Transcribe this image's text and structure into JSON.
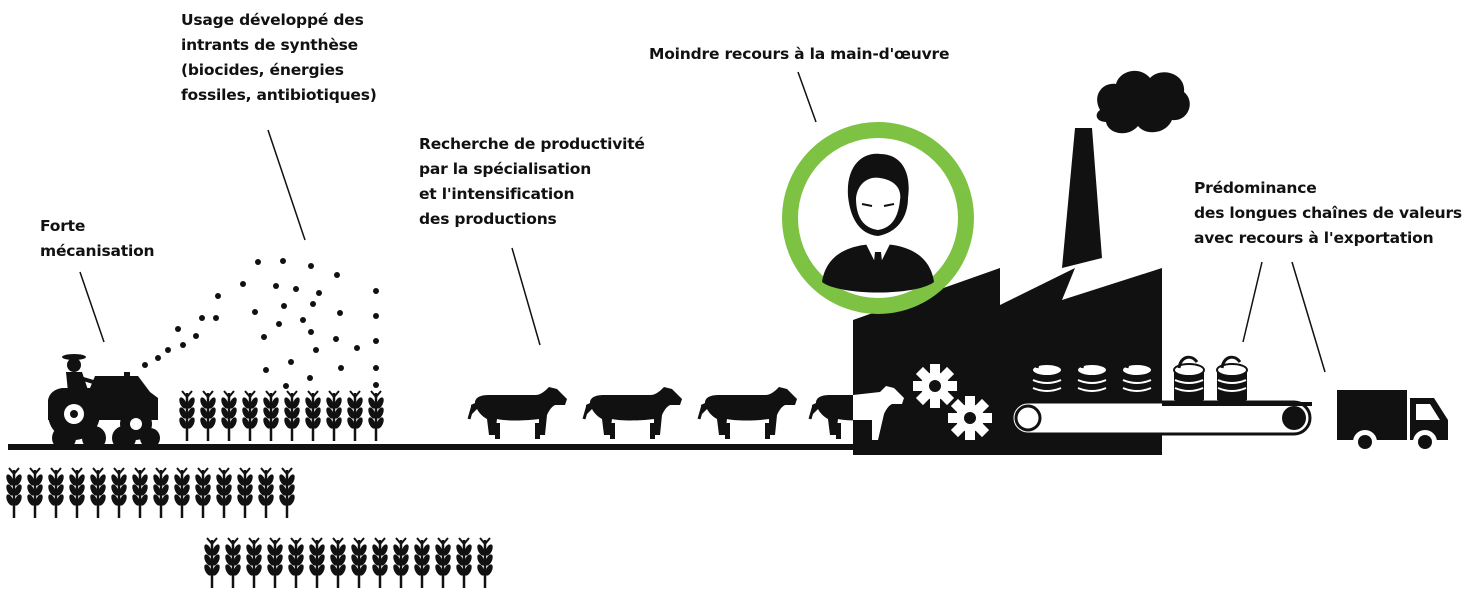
{
  "labels": {
    "mecanisation": [
      "Forte",
      "mécanisation"
    ],
    "intrants": [
      "Usage développé des",
      "intrants de synthèse",
      "(biocides, énergies",
      "fossiles, antibiotiques)"
    ],
    "productivite": [
      "Recherche de productivité",
      "par la spécialisation",
      "et l'intensification",
      "des productions"
    ],
    "main_oeuvre": [
      "Moindre recours à la main-d'œuvre"
    ],
    "chaines": [
      "Prédominance",
      "des longues chaînes de valeurs",
      "avec recours à l'exportation"
    ]
  },
  "colors": {
    "ink": "#111111",
    "accent_green": "#7dc242",
    "background": "#ffffff"
  },
  "icons": [
    "tractor-icon",
    "wheat-icon",
    "dot-icon",
    "cow-icon",
    "worker-icon",
    "factory-icon",
    "gear-icon",
    "can-icon",
    "conveyor-icon",
    "truck-icon"
  ]
}
